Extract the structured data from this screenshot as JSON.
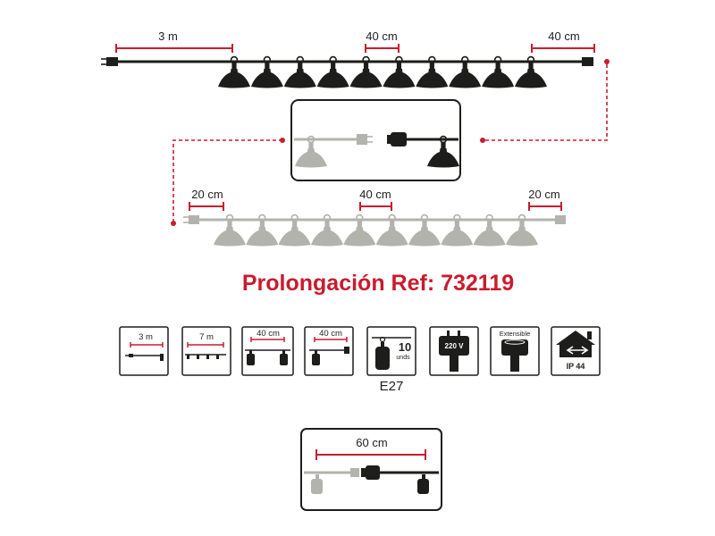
{
  "top_string": {
    "label_lead": "3 m",
    "label_spacing": "40 cm",
    "label_tail": "40 cm",
    "bulb_count": 10
  },
  "bottom_string": {
    "label_lead": "20 cm",
    "label_spacing": "40 cm",
    "label_tail": "20 cm",
    "bulb_count": 10
  },
  "title": "Prolongación Ref: 732119",
  "icons": [
    {
      "id": "cable-length-3m",
      "label": "3 m"
    },
    {
      "id": "string-length-7m",
      "label": "7 m"
    },
    {
      "id": "bulb-spacing-40cm",
      "label": "40 cm"
    },
    {
      "id": "lead-40cm",
      "label": "40 cm"
    },
    {
      "id": "bulb-count",
      "label": "10",
      "sub": "unds",
      "caption": "E27"
    },
    {
      "id": "plug-220v",
      "label": "220 V"
    },
    {
      "id": "extensible",
      "label": "Extensible"
    },
    {
      "id": "ip44",
      "label": "IP 44"
    }
  ],
  "connection_detail": {
    "label": "60 cm"
  },
  "colors": {
    "accent": "#c81c2e",
    "dark": "#1d1d1b",
    "grey": "#b3b3ad"
  }
}
